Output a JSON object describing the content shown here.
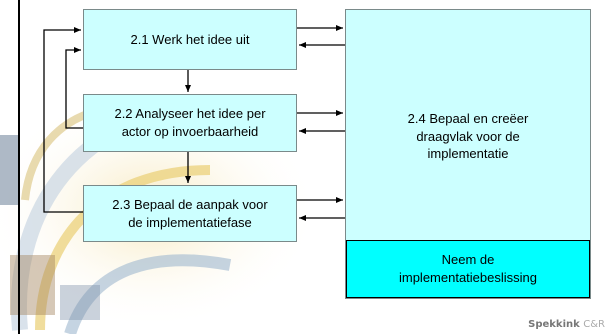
{
  "steps": {
    "s21": "2.1 Werk het idee uit",
    "s22": "2.2  Analyseer het idee per\nactor op invoerbaarheid",
    "s23": "2.3  Bepaal de aanpak voor\nde implementatiefase",
    "s24": "2.4  Bepaal en creëer\ndraagvlak voor de\nimplementatie",
    "decision": "Neem de\nimplementatiebeslissing"
  },
  "logo": {
    "main": "Spekkink",
    "suffix": "C&R"
  },
  "colors": {
    "box_fill": "#ccffff",
    "decision_fill": "#00ffff"
  }
}
